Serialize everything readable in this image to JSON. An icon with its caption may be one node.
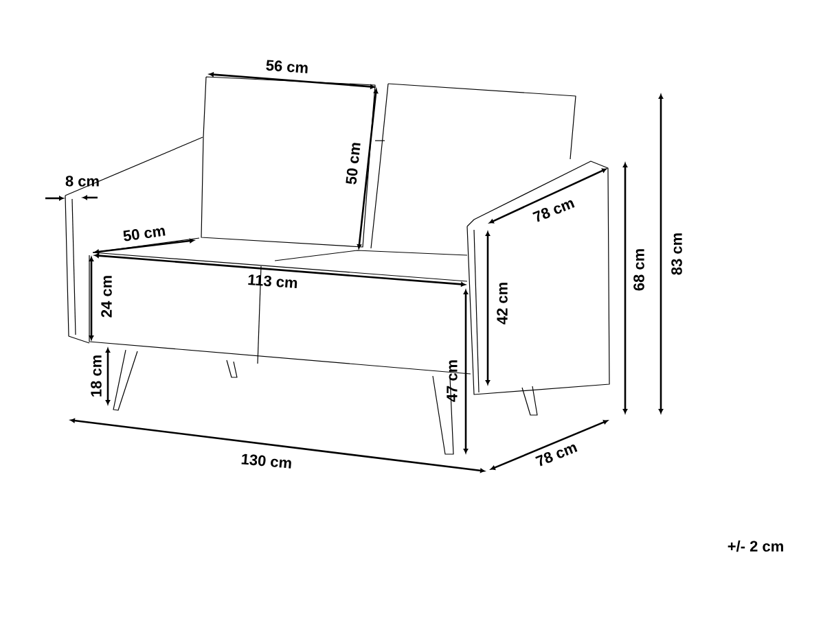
{
  "diagram": {
    "labels": [
      "56 cm",
      "50 cm",
      "8 cm",
      "78 cm",
      "50 cm",
      "113 cm",
      "24 cm",
      "68 cm",
      "83 cm",
      "42 cm",
      "47 cm",
      "18 cm",
      "130 cm",
      "78 cm",
      "+/- 2 cm"
    ]
  }
}
